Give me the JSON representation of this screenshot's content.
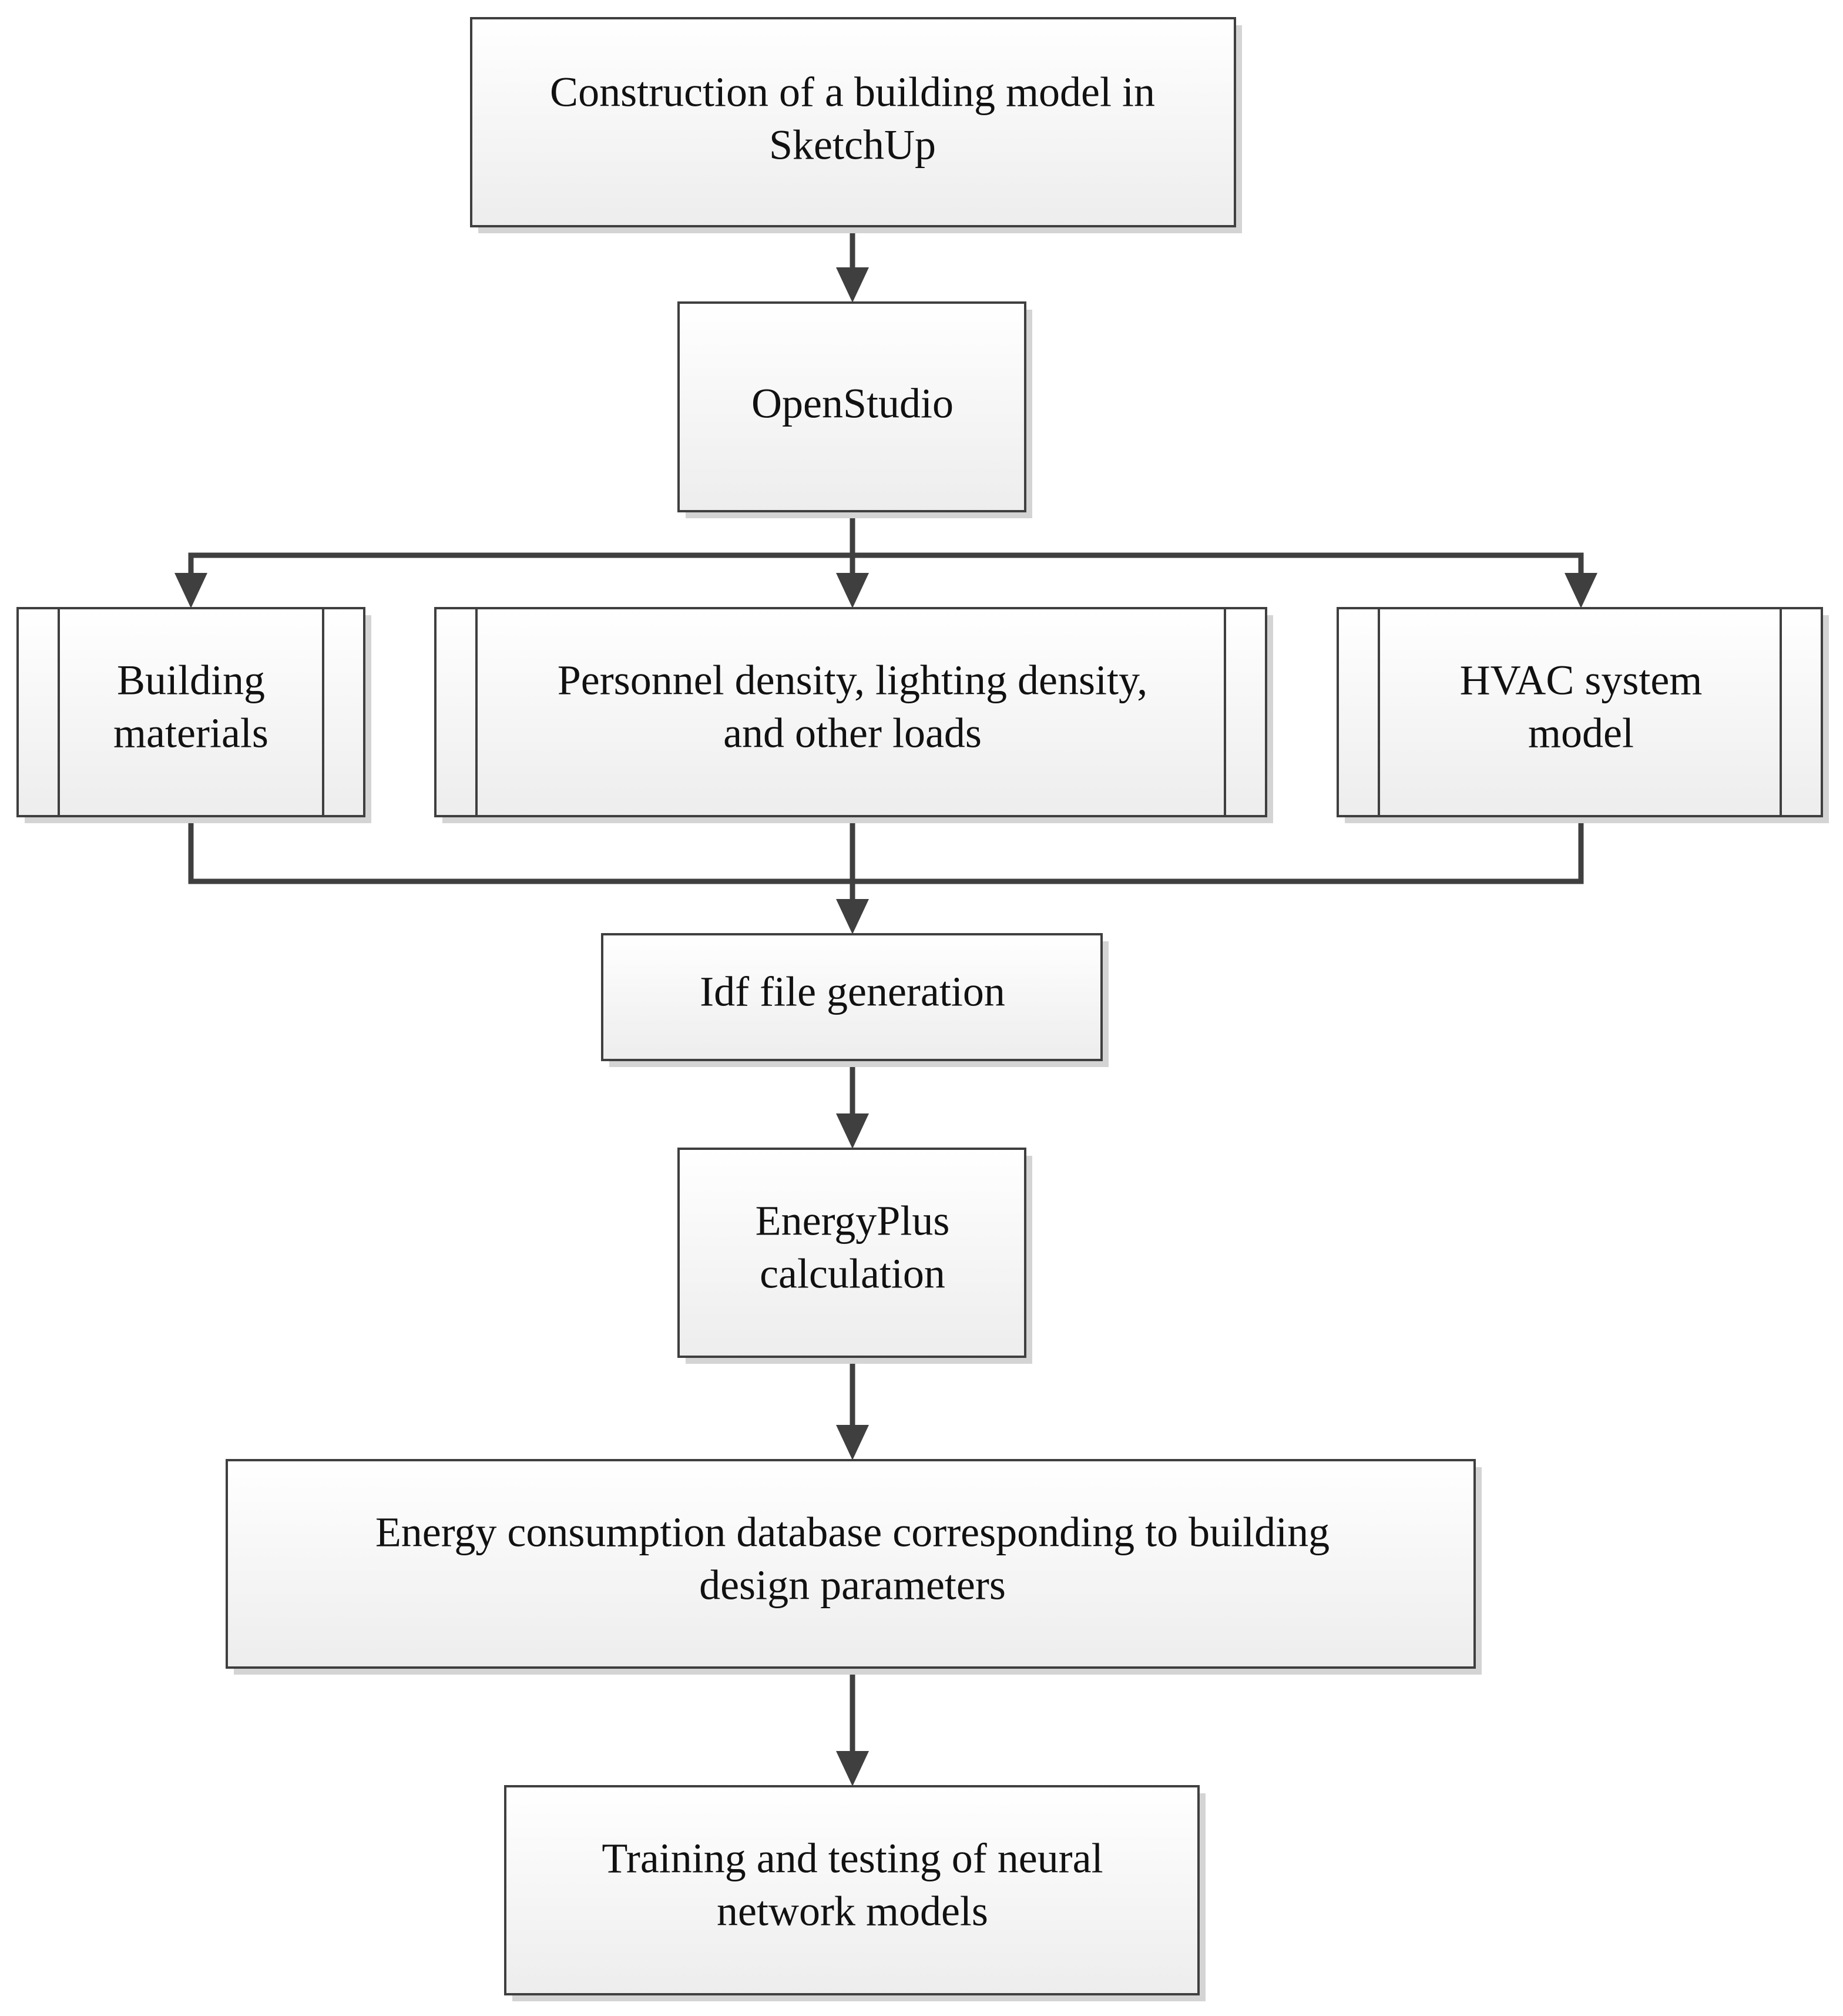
{
  "nodes": {
    "sketchup": {
      "lines": [
        "Construction of a building model in",
        "SketchUp"
      ]
    },
    "openstudio": {
      "lines": [
        "OpenStudio"
      ]
    },
    "materials": {
      "lines": [
        "Building",
        "materials"
      ]
    },
    "loads": {
      "lines": [
        "Personnel density, lighting density,",
        "and other loads"
      ]
    },
    "hvac": {
      "lines": [
        "HVAC system",
        "model"
      ]
    },
    "idf": {
      "lines": [
        "Idf file generation"
      ]
    },
    "energyplus": {
      "lines": [
        "EnergyPlus",
        "calculation"
      ]
    },
    "database": {
      "lines": [
        "Energy consumption database corresponding to building",
        "design parameters"
      ]
    },
    "training": {
      "lines": [
        "Training and testing of neural",
        "network models"
      ]
    }
  },
  "edges": [
    {
      "from": "sketchup",
      "to": "openstudio"
    },
    {
      "from": "openstudio",
      "to": "materials"
    },
    {
      "from": "openstudio",
      "to": "loads"
    },
    {
      "from": "openstudio",
      "to": "hvac"
    },
    {
      "from": "materials",
      "to": "idf"
    },
    {
      "from": "loads",
      "to": "idf"
    },
    {
      "from": "hvac",
      "to": "idf"
    },
    {
      "from": "idf",
      "to": "energyplus"
    },
    {
      "from": "energyplus",
      "to": "database"
    },
    {
      "from": "database",
      "to": "training"
    }
  ]
}
